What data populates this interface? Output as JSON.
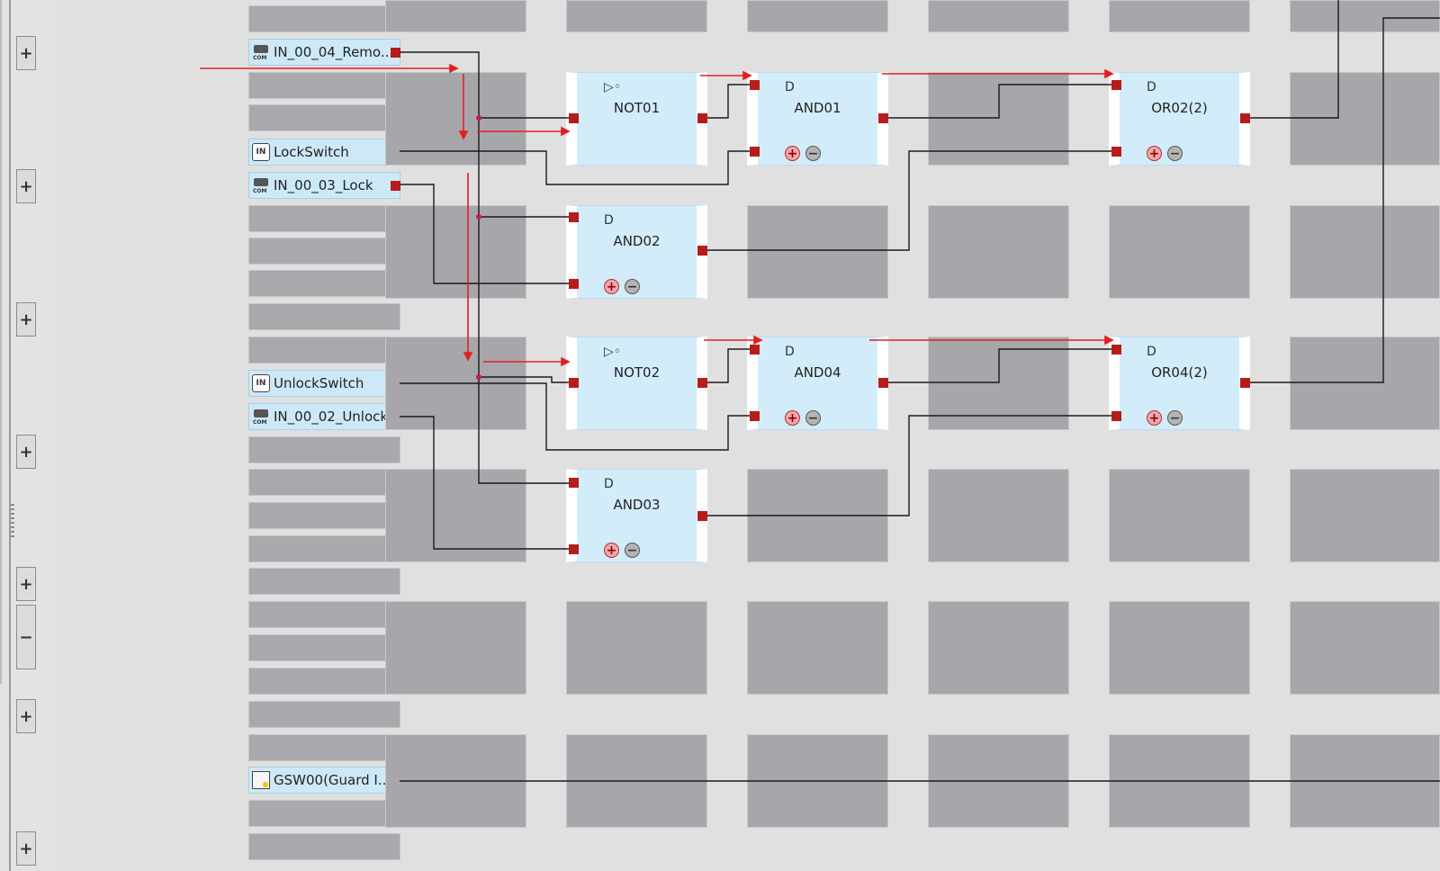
{
  "side_buttons": {
    "plus": "+",
    "minus": "−"
  },
  "io": {
    "in_00_04": {
      "label": "IN_00_04_Remo...",
      "icon": "com-device-icon"
    },
    "lockswitch": {
      "label": "LockSwitch",
      "icon": "input-icon",
      "icon_text": "IN"
    },
    "in_00_03": {
      "label": "IN_00_03_Lock",
      "icon": "com-device-icon"
    },
    "unlockswitch": {
      "label": "UnlockSwitch",
      "icon": "input-icon",
      "icon_text": "IN"
    },
    "in_00_02": {
      "label": "IN_00_02_Unlock",
      "icon": "com-device-icon"
    },
    "gsw00": {
      "label": "GSW00(Guard I...",
      "icon": "guard-switch-icon"
    },
    "com_text": "COM"
  },
  "blocks": {
    "not01": {
      "name": "NOT01",
      "symbol": "▷◦"
    },
    "and01": {
      "name": "AND01",
      "symbol": "D"
    },
    "or02": {
      "name": "OR02(2)",
      "symbol": "D"
    },
    "and02": {
      "name": "AND02",
      "symbol": "D"
    },
    "not02": {
      "name": "NOT02",
      "symbol": "▷◦"
    },
    "and04": {
      "name": "AND04",
      "symbol": "D"
    },
    "or04": {
      "name": "OR04(2)",
      "symbol": "D"
    },
    "and03": {
      "name": "AND03",
      "symbol": "D"
    },
    "plus": "+",
    "minus": "−"
  },
  "colors": {
    "block_fill": "#d3ecfa",
    "port": "#b71c1c",
    "wire": "#1a1a1a",
    "flow_arrow": "#e02020",
    "junction": "#c2185b",
    "empty_cell": "#a7a7ab"
  }
}
